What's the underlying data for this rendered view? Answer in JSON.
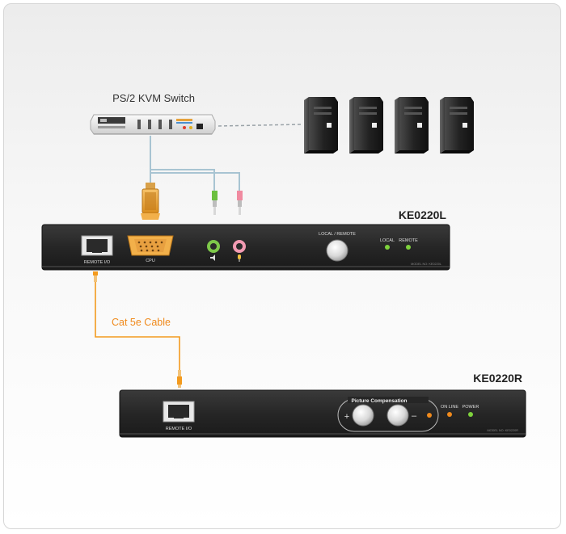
{
  "switch": {
    "label": "PS/2 KVM Switch"
  },
  "local_unit": {
    "model": "KE0220L",
    "remote_io_label": "REMOTE I/O",
    "cpu_label": "CPU",
    "local_remote_label": "LOCAL / REMOTE",
    "led_local_label": "LOCAL",
    "led_remote_label": "REMOTE",
    "model_no": "MODEL NO: KE0220L"
  },
  "cable": {
    "label": "Cat 5e Cable"
  },
  "remote_unit": {
    "model": "KE0220R",
    "remote_io_label": "REMOTE I/O",
    "picture_comp_label": "Picture Compensation",
    "plus_label": "+",
    "minus_label": "–",
    "online_label": "ON LINE",
    "power_label": "POWER",
    "model_no": "MODEL NO: KE0220R"
  },
  "colors": {
    "cable_orange": "#f39a1e",
    "led_green": "#7ed23c",
    "led_orange": "#f08a1c",
    "panel_dark": "#2b2b2b"
  }
}
